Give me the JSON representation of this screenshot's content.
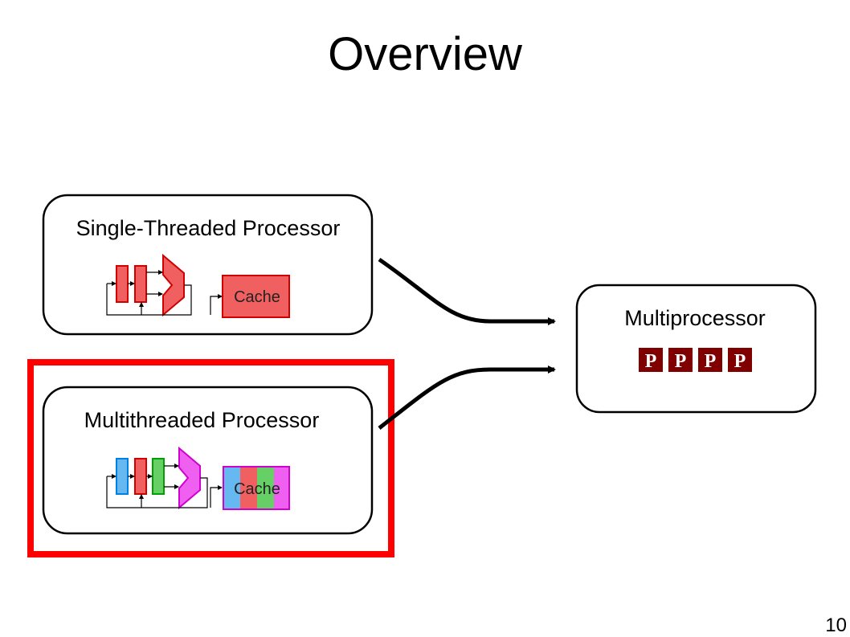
{
  "slide": {
    "title": "Overview",
    "page_number": "10"
  },
  "single_threaded": {
    "label": "Single-Threaded Processor",
    "cache_label": "Cache"
  },
  "multithreaded": {
    "label": "Multithreaded Processor",
    "cache_label": "Cache",
    "highlighted": true
  },
  "multiprocessor": {
    "label": "Multiprocessor",
    "cores": [
      "P",
      "P",
      "P",
      "P"
    ]
  },
  "colors": {
    "thread_red": "#f06060",
    "thread_blue": "#66b8f0",
    "thread_green": "#66d066",
    "thread_pink": "#f060f0",
    "highlight": "#ff0000",
    "core_fill": "#800000"
  }
}
